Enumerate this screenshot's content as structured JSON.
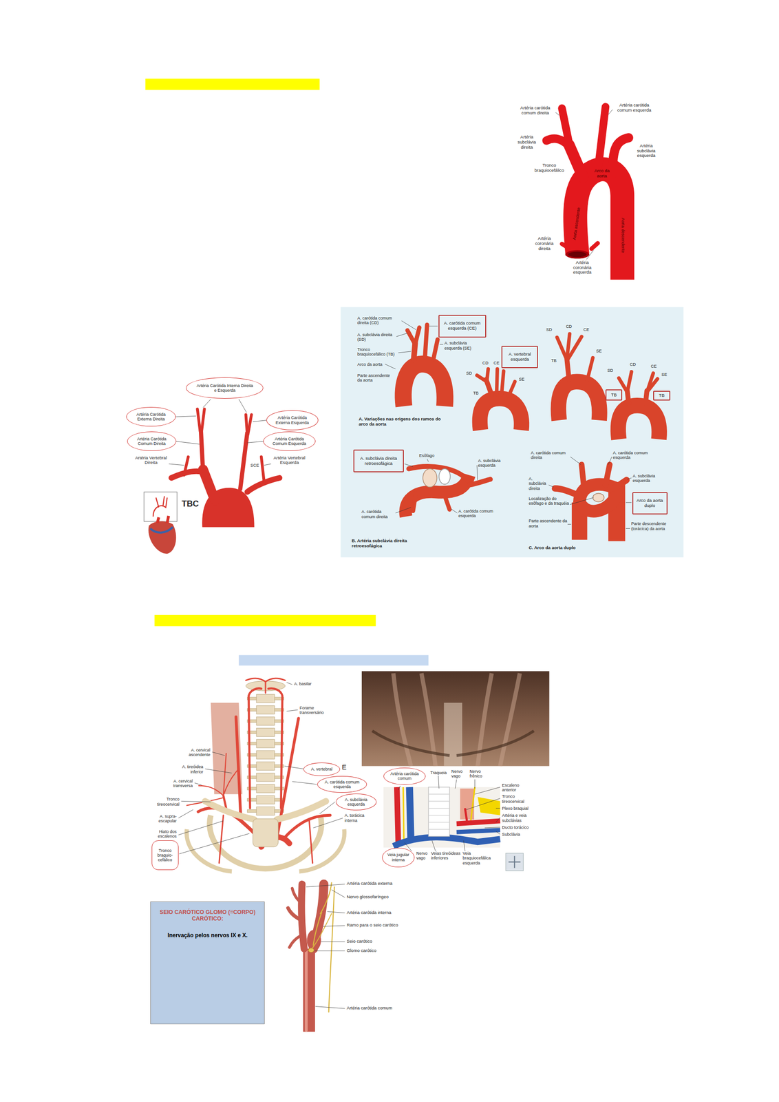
{
  "diagram": {
    "nodes": [
      {
        "text": [
          "Artéria Carótida Interna Direita e Esquerda"
        ]
      },
      {
        "text": [
          "Artéria Carótida Externa Direita"
        ]
      },
      {
        "text": [
          "Artéria Carótida Externa Esquerda"
        ]
      },
      {
        "text": [
          "Artéria Carótida Comum Direita"
        ]
      },
      {
        "text": [
          "Artéria Carótida Comum Esquerda"
        ]
      },
      {
        "text": [
          "A. carótida comum esquerda (CE)"
        ]
      },
      {
        "text": [
          "A. vertebral esquerda"
        ]
      },
      {
        "text": [
          "TB"
        ]
      },
      {
        "text": [
          "TB"
        ]
      },
      {
        "text": [
          "A. subclávia direita retroesofágica"
        ]
      },
      {
        "text": [
          "Arco da aorta duplo"
        ]
      },
      {
        "text": [
          "Tronco braquio-cefálico"
        ]
      },
      {
        "text": [
          "A. vertebral"
        ]
      },
      {
        "text": [
          "A. carótida comum esquerda"
        ]
      },
      {
        "text": [
          "A. subclávia esquerda"
        ]
      },
      {
        "text": [
          "Artéria carótida comum"
        ]
      },
      {
        "text": [
          "Veia jugular interna"
        ]
      },
      {
        "text": [
          "SEIO CARÓTICO GLOMO (=CORPO) CARÓTICO:",
          "Inervação pelos nervos IX e X."
        ]
      }
    ],
    "labels": [
      "Artéria carótida comum direita",
      "Artéria carótida comum esquerda",
      "Artéria subclávia direita",
      "Artéria subclávia esquerda",
      "Tronco braquiocefálico",
      "Arco da aorta",
      "Aorta ascendente",
      "Aorta descendente",
      "Artéria coronária direita",
      "Artéria coronária esquerda",
      "Artéria Vertebral Direita",
      "Artéria Vertebral Esquerda",
      "SCE",
      "TBC",
      "A. carótida comum direita (CD)",
      "A. subclávia direita (SD)",
      "Tronco braquiocefálico (TB)",
      "Arco da aorta",
      "Parte ascendente da aorta",
      "A. subclávia esquerda (SE)",
      "CD",
      "CE",
      "SD",
      "SE",
      "TB",
      "SD",
      "CD",
      "CE",
      "TB",
      "SE",
      "SD",
      "CD",
      "CE",
      "SE",
      "A. Variações nas origens dos ramos do arco da aorta",
      "Esôfago",
      "A. subclávia esquerda",
      "A. carótida comum direita",
      "A. carótida comum esquerda",
      "B. Artéria subclávia direita retroesofágica",
      "A. carótida comum direita",
      "A. carótida comum esquerda",
      "A. subclávia direita",
      "A. subclávia esquerda",
      "Localização do esôfago e da traquéia",
      "Parte ascendente da aorta",
      "Parte descendente (torácica) da aorta",
      "C. Arco da aorta duplo",
      "A. basilar",
      "Forame transversário",
      "A. cervical ascendente",
      "A. tireóidea inferior",
      "A. cervical transversa",
      "Tronco tireocervical",
      "A. supra-escapular",
      "Hiato dos escalenos",
      "E",
      "A. torácica interna",
      "Traqueia",
      "Nervo vago",
      "Nervo frênico",
      "Escaleno anterior",
      "Tronco tireocervical",
      "Plexo braquial",
      "Artéria e veia subclávias",
      "Ducto torácico",
      "Subclávia",
      "Nervo vago",
      "Veias tireóideas inferiores",
      "Veia braquiocefálica esquerda",
      "Artéria carótida externa",
      "Nervo glossofaríngeo",
      "Artéria carótida interna",
      "Ramo para o seio carótico",
      "Seio carótico",
      "Glomo carótico",
      "Artéria carótida comum"
    ]
  }
}
